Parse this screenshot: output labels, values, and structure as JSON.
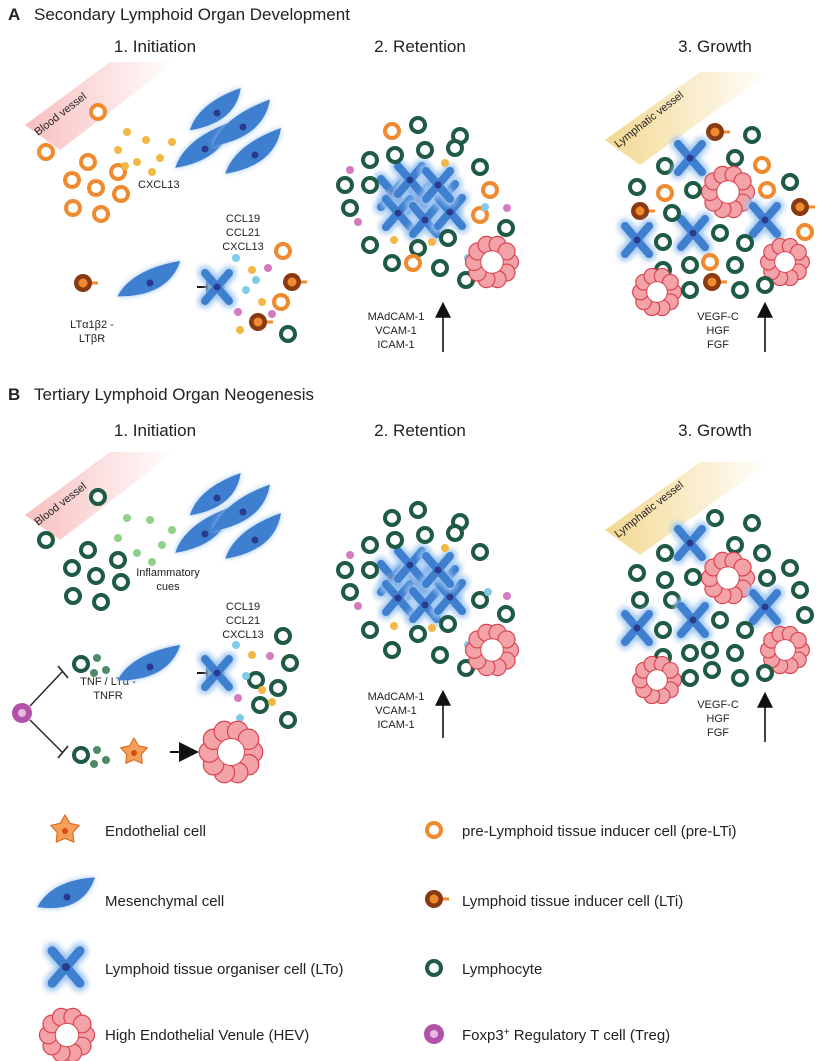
{
  "panelA": {
    "letter": "A",
    "title": "Secondary Lymphoid Organ Development",
    "steps": [
      "1. Initiation",
      "2. Retention",
      "3. Growth"
    ],
    "blood_vessel": "Blood vessel",
    "lymphatic_vessel": "Lymphatic vessel",
    "cxcl13": "CXCL13",
    "chemokines": [
      "CCL19",
      "CCL21",
      "CXCL13"
    ],
    "lt_lines": [
      "LTα1β2 -",
      "LTβR"
    ],
    "adhesion": [
      "MAdCAM-1",
      "VCAM-1",
      "ICAM-1"
    ],
    "growth_factors": [
      "VEGF-C",
      "HGF",
      "FGF"
    ]
  },
  "panelB": {
    "letter": "B",
    "title": "Tertiary Lymphoid Organ Neogenesis",
    "steps": [
      "1. Initiation",
      "2. Retention",
      "3. Growth"
    ],
    "blood_vessel": "Blood vessel",
    "lymphatic_vessel": "Lymphatic vessel",
    "inflammatory": [
      "Inflammatory",
      "cues"
    ],
    "chemokines": [
      "CCL19",
      "CCL21",
      "CXCL13"
    ],
    "tnf_lines": [
      "TNF / LTα -",
      "TNFR"
    ],
    "adhesion": [
      "MAdCAM-1",
      "VCAM-1",
      "ICAM-1"
    ],
    "growth_factors": [
      "VEGF-C",
      "HGF",
      "FGF"
    ]
  },
  "legend": {
    "endothelial": "Endothelial cell",
    "mesenchymal": "Mesenchymal cell",
    "lto": "Lymphoid tissue organiser cell (LTo)",
    "hev": "High Endothelial Venule (HEV)",
    "prelti": "pre-Lymphoid tissue inducer cell (pre-LTi)",
    "lti": "Lymphoid tissue inducer cell (LTi)",
    "lymphocyte": "Lymphocyte",
    "treg_prefix": "Foxp3",
    "treg_sup": "+",
    "treg_suffix": " Regulatory T cell (Treg)"
  },
  "colors": {
    "orange": "#f08a2e",
    "green": "#1e5a44",
    "blue": "#3e7fcf",
    "blue_glow": "#9cc4f0",
    "nucleus": "#2a3a8c",
    "hev_fill": "#f3a3a8",
    "hev_stroke": "#d9434f",
    "lti_brown": "#8a3a10",
    "treg": "#b052a8",
    "dot_yellow": "#f2b846",
    "dot_cyan": "#7fcbe8",
    "dot_pink": "#d47ac0",
    "dot_lightgreen": "#8fd08a",
    "dot_darkgreen": "#4e8a66"
  }
}
